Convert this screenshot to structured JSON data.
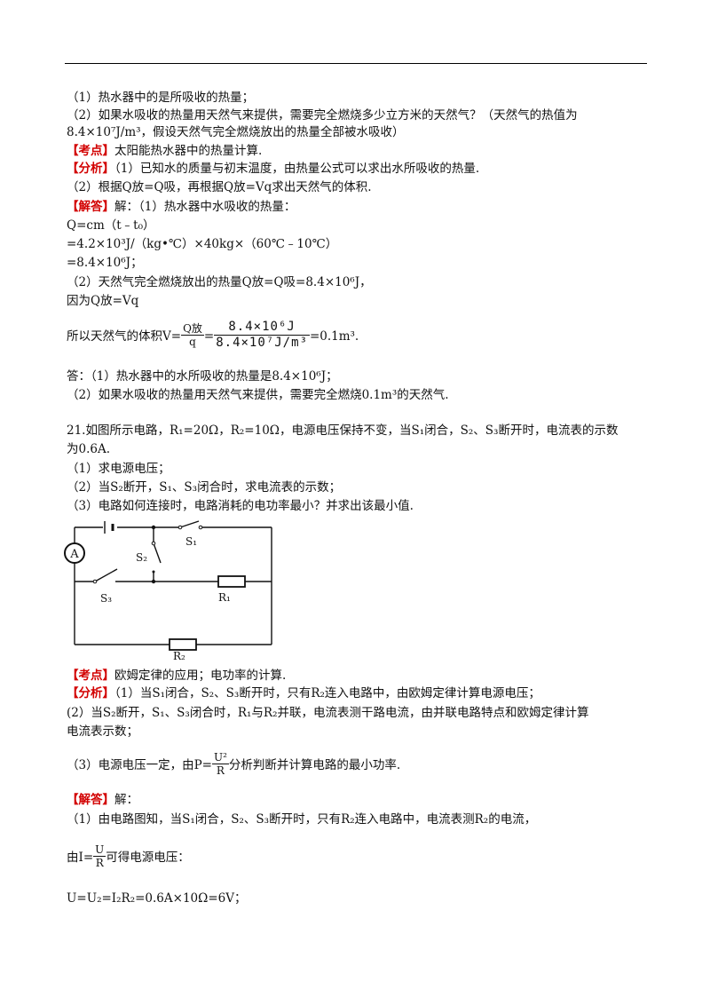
{
  "lines": {
    "l1": "（1）热水器中的是所吸收的热量；",
    "l2": "（2）如果水吸收的热量用天然气来提供，需要完全燃烧多少立方米的天然气？（天然气的热值为",
    "l3": "8.4×10⁷J/m³，假设天然气完全燃烧放出的热量全部被水吸收）",
    "l4_tag": "【考点】",
    "l4": "太阳能热水器中的热量计算.",
    "l5_tag": "【分析】",
    "l5": "（1）已知水的质量与初末温度，由热量公式可以求出水所吸收的热量.",
    "l6": "（2）根据Q放=Q吸，再根据Q放=Vq求出天然气的体积.",
    "l7_tag": "【解答】",
    "l7": "解：（1）热水器中水吸收的热量：",
    "l8": "Q=cm（t﹣t₀）",
    "l9": "=4.2×10³J/（kg•℃）×40kg×（60℃﹣10℃）",
    "l10": "=8.4×10⁶J；",
    "l11": "（2）天然气完全燃烧放出的热量Q放=Q吸=8.4×10⁶J，",
    "l12": "因为Q放=Vq",
    "l13_pre": "所以天然气的体积V=",
    "l13_num1": "Q放",
    "l13_den1": "q",
    "l13_eq": "=",
    "l13_num2": "8.4×10⁶J",
    "l13_den2": "8.4×10⁷J/m³",
    "l13_post": "=0.1m³.",
    "l14": "答：（1）热水器中的水所吸收的热量是8.4×10⁶J；",
    "l15": "（2）如果水吸收的热量用天然气来提供，需要完全燃烧0.1m³的天然气.",
    "q21a": "21.如图所示电路，R₁=20Ω，R₂=10Ω，电源电压保持不变，当S₁闭合，S₂、S₃断开时，电流表的示数",
    "q21b": "为0.6A.",
    "q21c": "（1）求电源电压；",
    "q21d": "（2）当S₂断开，S₁、S₃闭合时，求电流表的示数；",
    "q21e": "（3）电路如何连接时，电路消耗的电功率最小？并求出该最小值.",
    "k2_tag": "【考点】",
    "k2": "欧姆定律的应用；电功率的计算.",
    "a2_tag": "【分析】",
    "a2": "（1）当S₁闭合，S₂、S₃断开时，只有R₂连入电路中，由欧姆定律计算电源电压；",
    "a3": "(2）当S₂断开，S₁、S₃闭合时，R₁与R₂并联，电流表测干路电流，由并联电路特点和欧姆定律计算",
    "a4": "电流表示数；",
    "a5_pre": "（3）电源电压一定，由P=",
    "a5_num": "U²",
    "a5_den": "R",
    "a5_post": "分析判断并计算电路的最小功率.",
    "s_tag": "【解答】",
    "s1": "解：",
    "s2": "（1）由电路图知，当S₁闭合，S₂、S₃断开时，只有R₂连入电路中，电流表测R₂的电流，",
    "s3_pre": "由I=",
    "s3_num": "U",
    "s3_den": "R",
    "s3_post": "可得电源电压：",
    "s4": "U=U₂=I₂R₂=0.6A×10Ω=6V；"
  },
  "circuit": {
    "ammeter": "A",
    "s1": "S₁",
    "s2": "S₂",
    "s3": "S₃",
    "r1": "R₁",
    "r2": "R₂"
  }
}
